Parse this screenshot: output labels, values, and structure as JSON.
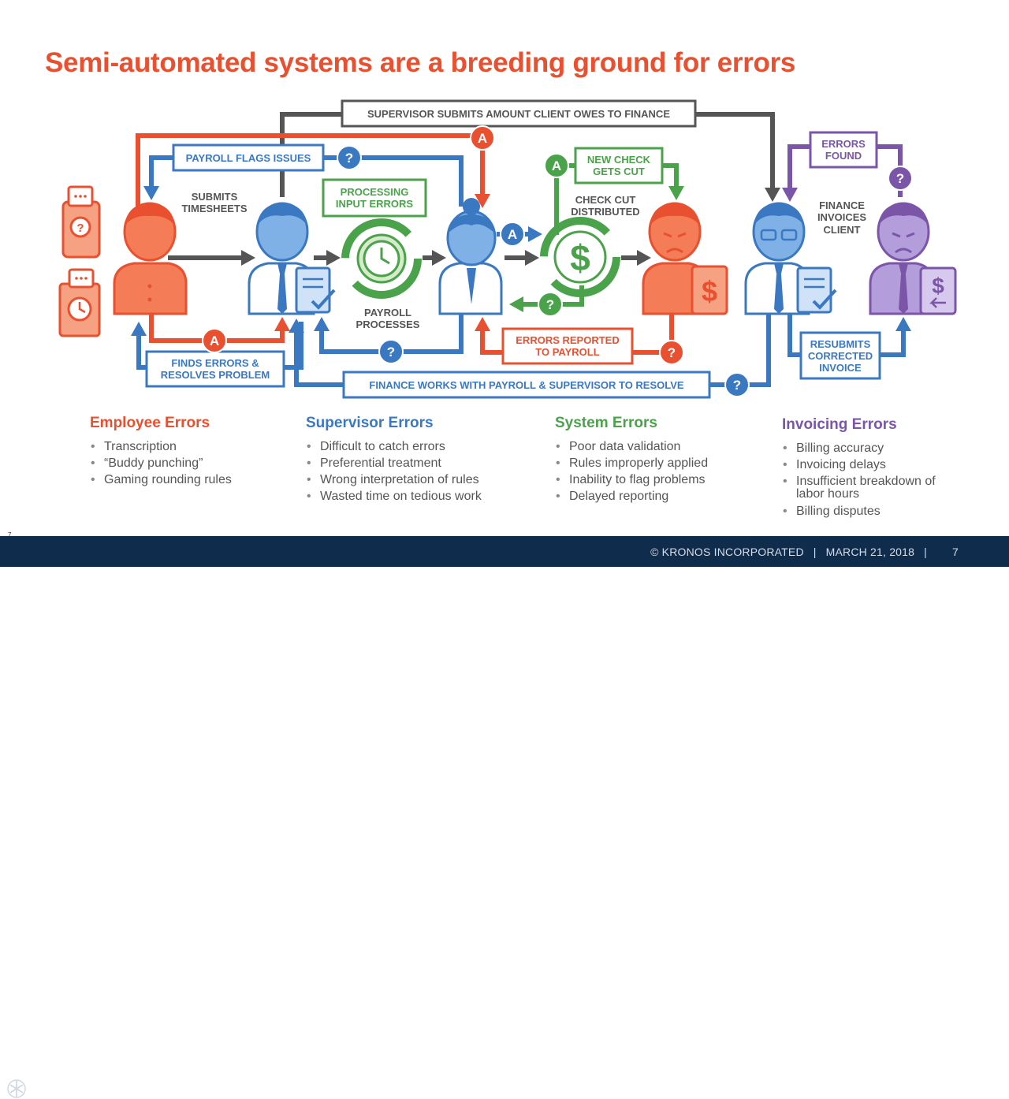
{
  "title": "Semi-automated systems are a breeding ground for errors",
  "diagram": {
    "supervisor_submits": "SUPERVISOR SUBMITS AMOUNT CLIENT OWES TO FINANCE",
    "payroll_flags": "PAYROLL FLAGS ISSUES",
    "submits_timesheets_1": "SUBMITS",
    "submits_timesheets_2": "TIMESHEETS",
    "processing_errors_1": "PROCESSING",
    "processing_errors_2": "INPUT ERRORS",
    "payroll_processes_1": "PAYROLL",
    "payroll_processes_2": "PROCESSES",
    "new_check_1": "NEW CHECK",
    "new_check_2": "GETS CUT",
    "check_cut_1": "CHECK CUT",
    "check_cut_2": "DISTRIBUTED",
    "errors_found_1": "ERRORS",
    "errors_found_2": "FOUND",
    "finance_invoices_1": "FINANCE",
    "finance_invoices_2": "INVOICES",
    "finance_invoices_3": "CLIENT",
    "finds_errors_1": "FINDS ERRORS &",
    "finds_errors_2": "RESOLVES PROBLEM",
    "errors_reported_1": "ERRORS REPORTED",
    "errors_reported_2": "TO PAYROLL",
    "resubmits_1": "RESUBMITS",
    "resubmits_2": "CORRECTED",
    "resubmits_3": "INVOICE",
    "finance_works": "FINANCE WORKS WITH PAYROLL & SUPERVISOR TO RESOLVE",
    "marker_a": "A",
    "marker_q": "?"
  },
  "columns": [
    {
      "heading": "Employee Errors",
      "color": "#e8502f",
      "items": [
        "Transcription",
        "“Buddy punching”",
        "Gaming rounding rules"
      ]
    },
    {
      "heading": "Supervisor Errors",
      "color": "#3a78c2",
      "items": [
        "Difficult to catch errors",
        "Preferential treatment",
        "Wrong interpretation of rules",
        "Wasted time on tedious work"
      ]
    },
    {
      "heading": "System Errors",
      "color": "#4aa24a",
      "items": [
        "Poor data validation",
        "Rules improperly applied",
        "Inability to flag problems",
        "Delayed reporting"
      ]
    },
    {
      "heading": "Invoicing Errors",
      "color": "#7b56a8",
      "items": [
        "Billing accuracy",
        "Invoicing delays",
        "Insufficient breakdown of labor hours",
        "Billing disputes"
      ]
    }
  ],
  "footer": {
    "company": "© KRONOS INCORPORATED",
    "date": "MARCH 21, 2018",
    "page": "7",
    "small_number": "7"
  },
  "colors": {
    "red": "#e8502f",
    "blue": "#3a78c2",
    "green": "#4aa24a",
    "purple": "#7b56a8",
    "gray": "#555555",
    "navy": "#0f2c4d"
  }
}
